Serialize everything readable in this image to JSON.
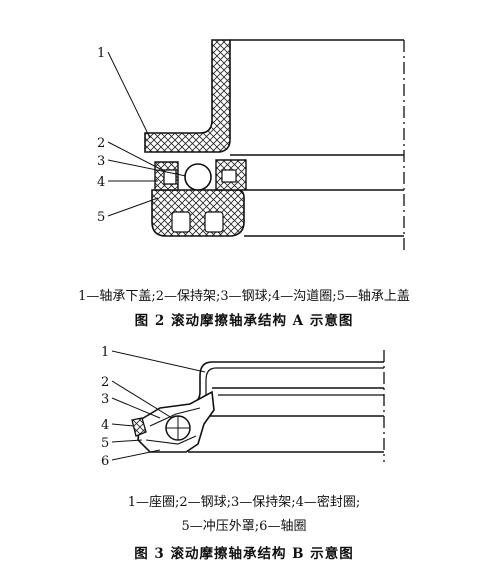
{
  "figure_a": {
    "labels": [
      "1",
      "2",
      "3",
      "4",
      "5"
    ],
    "legend": "1—轴承下盖;2—保持架;3—钢球;4—沟道圈;5—轴承上盖",
    "title": "图 2   滚动摩擦轴承结构 A 示意图"
  },
  "figure_b": {
    "labels": [
      "1",
      "2",
      "3",
      "4",
      "5",
      "6"
    ],
    "legend_line1": "1—座圈;2—钢球;3—保持架;4—密封圈;",
    "legend_line2": "5—冲压外罩;6—轴圈",
    "title": "图 3   滚动摩擦轴承结构 B 示意图"
  }
}
